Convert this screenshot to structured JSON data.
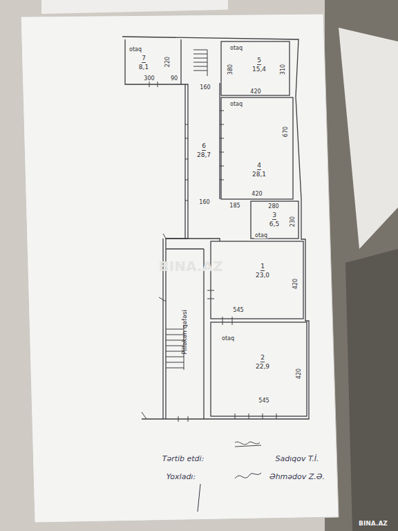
{
  "diagram": {
    "nodes": [
      {
        "text": [
          "7",
          "8,1"
        ]
      },
      {
        "text": [
          "5",
          "15,4"
        ]
      },
      {
        "text": [
          "4",
          "28,1"
        ]
      },
      {
        "text": [
          "6",
          "28,7"
        ]
      },
      {
        "text": [
          "3",
          "6,5"
        ]
      },
      {
        "text": [
          "1",
          "23,0"
        ]
      },
      {
        "text": [
          "2",
          "22,9"
        ]
      },
      {
        "text": [
          "Pilləkən qəfəsi"
        ]
      }
    ],
    "edges": [],
    "labels": [
      "otaq",
      "220",
      "300",
      "90",
      "160",
      "otaq",
      "380",
      "310",
      "420",
      "otaq",
      "670",
      "420",
      "160",
      "185",
      "280",
      "230",
      "otaq",
      "420",
      "545",
      "otaq",
      "420",
      "545",
      "Tərtib etdi:",
      "Sadıqov T.İ.",
      "Yoxladı:",
      "Əhmədov Z.Ə.",
      "BINA.AZ",
      "BINA.AZ"
    ]
  }
}
